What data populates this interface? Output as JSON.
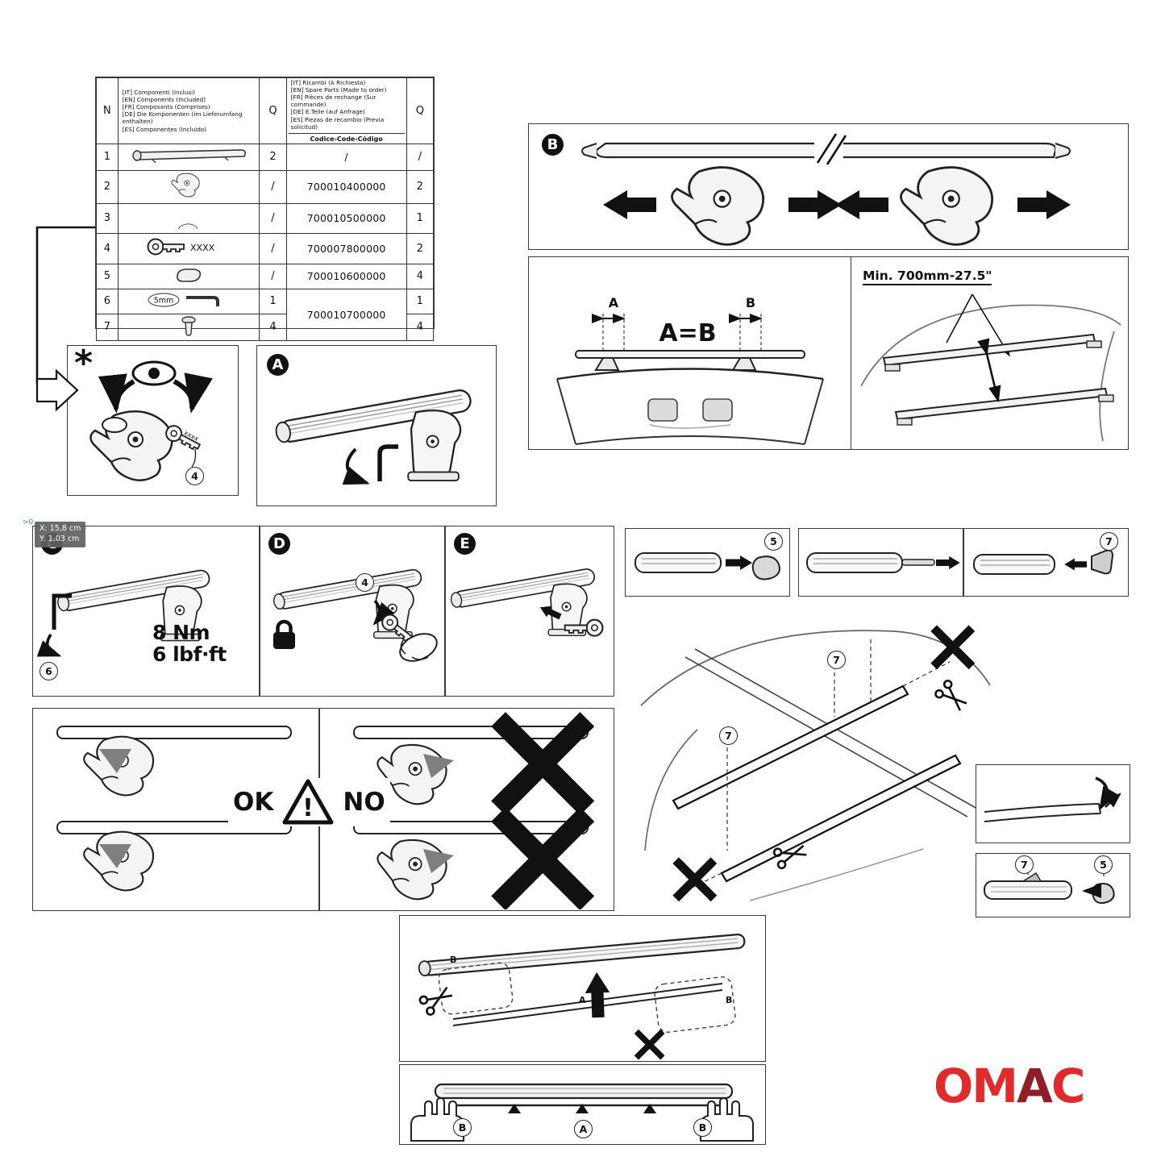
{
  "artifact": {
    "text": ">0"
  },
  "logo": {
    "om": "OM",
    "a": "A",
    "c": "C",
    "color_red": "#e12b2b",
    "color_dark": "#8e1f26"
  },
  "table": {
    "n": "N",
    "q1": "Q",
    "q2": "Q",
    "included": [
      "[IT] Componenti (Inclusi)",
      "[EN] Components (Included)",
      "[FR] Composants (Comprises)",
      "[DE] Die Komponenten (im Lieferumfang enthalten)",
      "[ES] Componentes (Incluido)"
    ],
    "spare": [
      "[IT] Ricambi (A Richiesta)",
      "[EN] Spare Parts (Made to order)",
      "[FR] Pièces de rechange (Sur commande)",
      "[DE] E.Teile (auf Anfrage)",
      "[ES] Piezas de recambio (Previa solicitud)"
    ],
    "code_header": "Codice-Code-Código",
    "key_marking": "XXXX",
    "allen_size": "5mm",
    "rows": [
      {
        "n": "1",
        "q1": "2",
        "code": "/",
        "q2": "/"
      },
      {
        "n": "2",
        "q1": "/",
        "code": "700010400000",
        "q2": "2"
      },
      {
        "n": "3",
        "q1": "/",
        "code": "700010500000",
        "q2": "1"
      },
      {
        "n": "4",
        "q1": "/",
        "code": "700007800000",
        "q2": "2"
      },
      {
        "n": "5",
        "q1": "/",
        "code": "700010600000",
        "q2": "4"
      },
      {
        "n": "6",
        "q1": "1",
        "code": "700010700000",
        "q2": "1"
      },
      {
        "n": "7",
        "q1": "4",
        "code": "",
        "q2": "4"
      }
    ]
  },
  "panels": {
    "star": {
      "mark": "*",
      "callout_key": "4",
      "key_marking": "xxxx"
    },
    "a": {
      "badge": "A"
    },
    "b": {
      "badge": "B"
    },
    "aeb": {
      "title": "A=B",
      "dim_left": "A",
      "dim_right": "B"
    },
    "min": {
      "title": "Min. 700mm-27.5\""
    },
    "c": {
      "badge": "C",
      "callout": "6",
      "torque_nm": "8 Nm",
      "torque_lbf": "6 lbf·ft",
      "tip_x": "X: 15,8 cm",
      "tip_y": "Y: 1,03 cm"
    },
    "d": {
      "badge": "D",
      "callout": "4"
    },
    "e": {
      "badge": "E"
    },
    "cap": {
      "callout": "5"
    },
    "endpiece": {
      "callout": "7"
    },
    "roof": {
      "callout_a": "7",
      "callout_b": "7"
    },
    "okno": {
      "ok": "OK",
      "no": "NO",
      "warn": "!"
    },
    "tail": {
      "callout_7": "7",
      "callout_5": "5"
    },
    "install": {
      "a": "A",
      "b_left": "B",
      "b_right": "B"
    },
    "hands": {
      "a": "A",
      "b_left": "B",
      "b_right": "B"
    }
  }
}
